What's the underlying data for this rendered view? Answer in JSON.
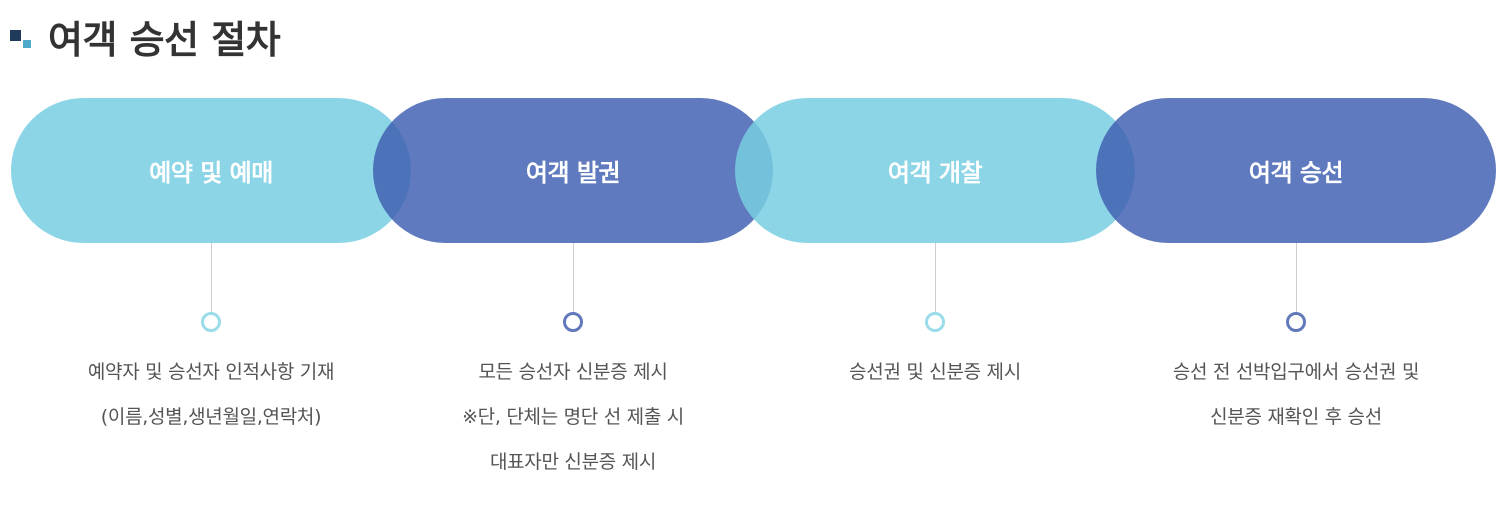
{
  "page": {
    "title": "여객 승선 절차"
  },
  "steps": [
    {
      "label": "예약 및 예매",
      "tone": "light",
      "lines": [
        "예약자 및 승선자 인적사항 기재",
        "(이름,성별,생년월일,연락처)"
      ]
    },
    {
      "label": "여객 발권",
      "tone": "dark",
      "lines": [
        "모든 승선자 신분증 제시",
        "※단, 단체는 명단 선 제출 시",
        "대표자만 신분증 제시"
      ]
    },
    {
      "label": "여객 개찰",
      "tone": "light",
      "lines": [
        "승선권 및 신분증 제시"
      ]
    },
    {
      "label": "여객 승선",
      "tone": "dark",
      "lines": [
        "승선 전 선박입구에서 승선권 및",
        "신분증 재확인 후 승선"
      ]
    }
  ],
  "colors": {
    "light_step": "#78cee2",
    "dark_step": "#3e5fb1",
    "title_text": "#333333",
    "desc_text": "#555555"
  }
}
